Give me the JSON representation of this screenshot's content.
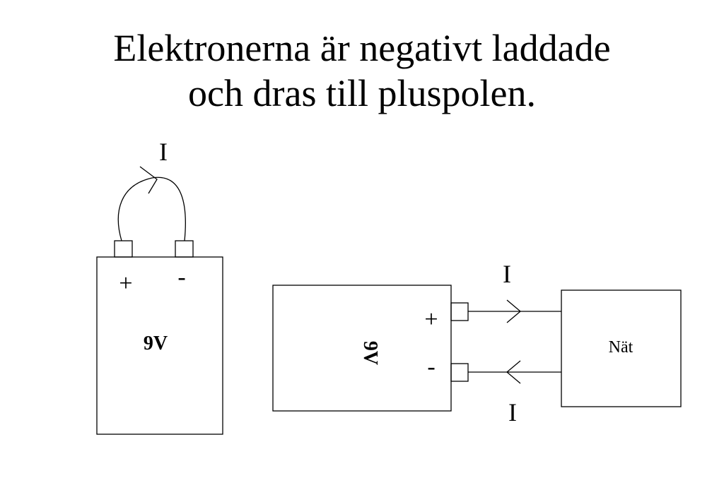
{
  "title": {
    "line1": "Elektronerna är negativt laddade",
    "line2": "och dras till pluspolen."
  },
  "battery_left": {
    "plus": "+",
    "minus": "-",
    "voltage": "9V",
    "current": "I"
  },
  "battery_right": {
    "plus": "+",
    "minus": "-",
    "voltage": "9V",
    "current_top": "I",
    "current_bottom": "I"
  },
  "network": {
    "label": "Nät"
  }
}
